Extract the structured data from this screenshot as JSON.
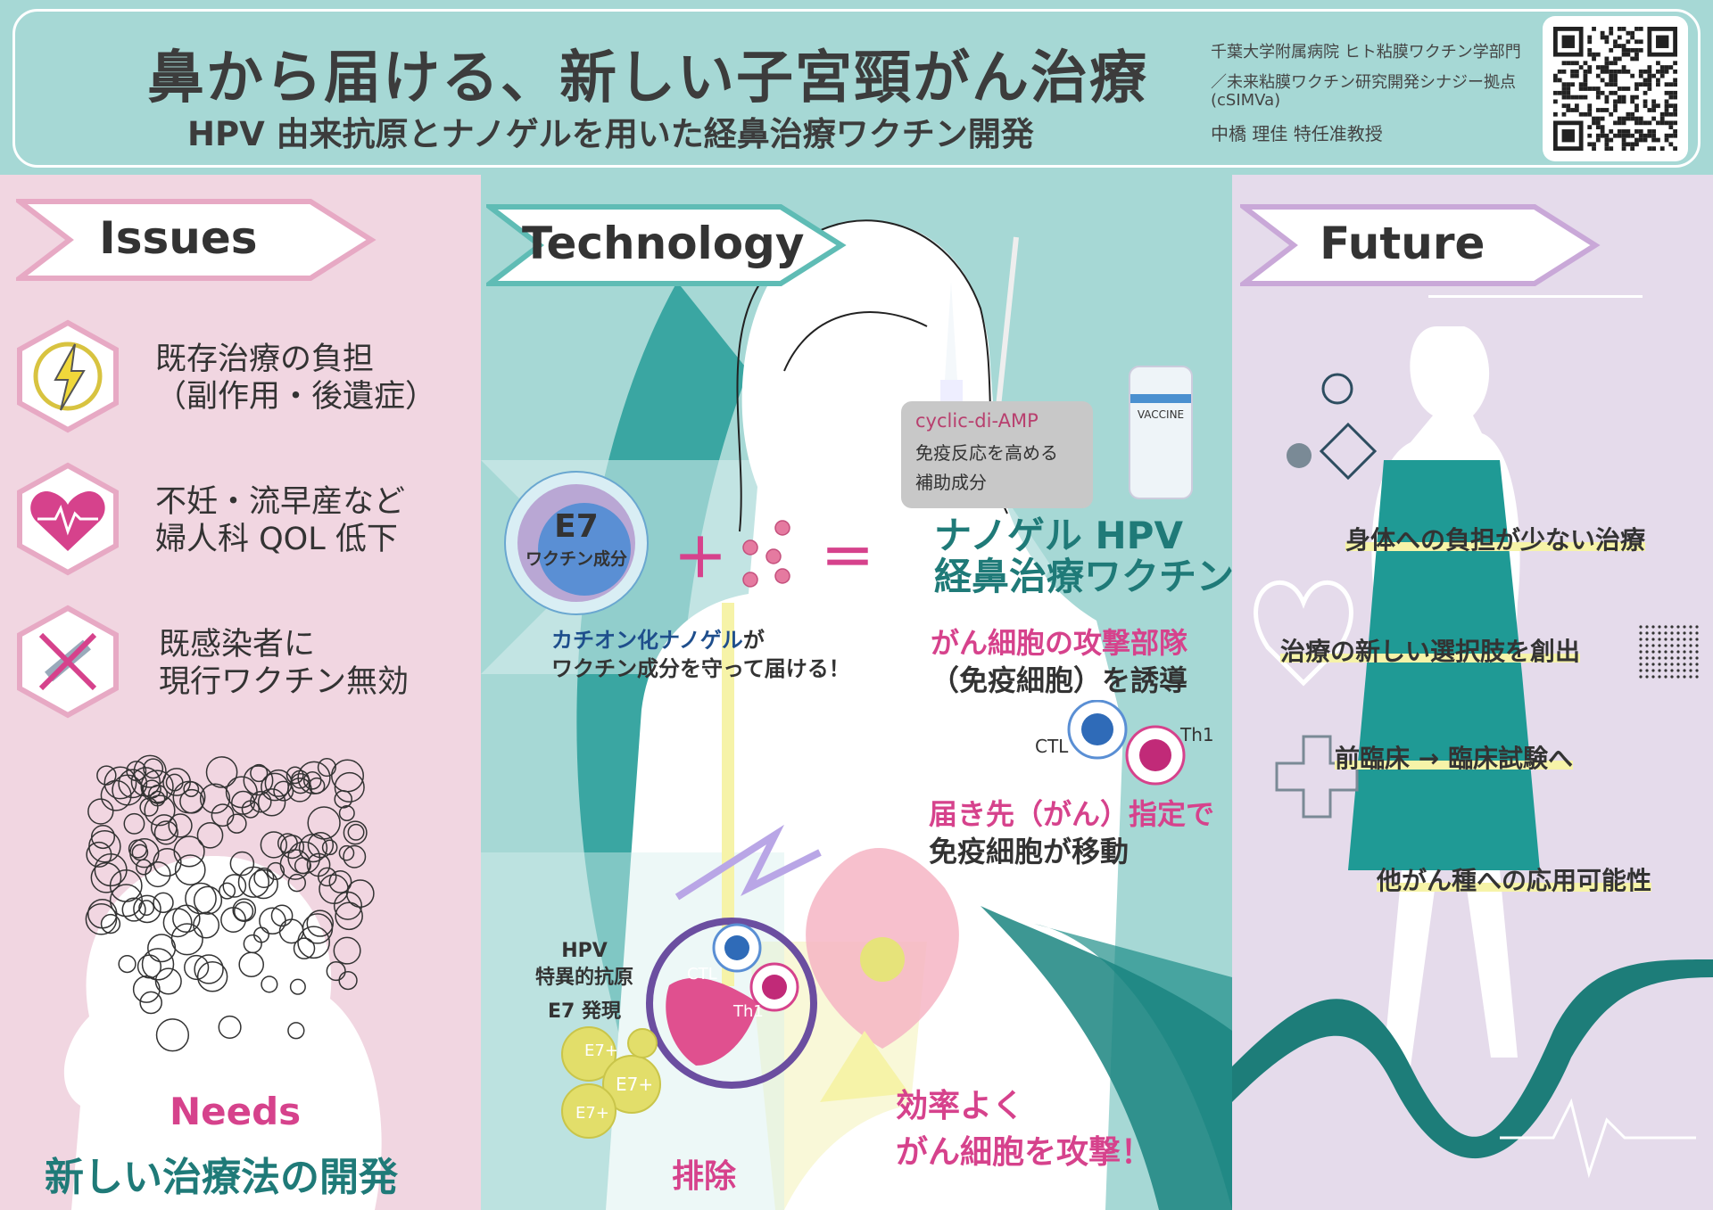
{
  "header": {
    "title": "鼻から届ける、新しい子宮頸がん治療",
    "subtitle": "HPV 由来抗原とナノゲルを用いた経鼻治療ワクチン開発",
    "affiliation_lines": [
      "千葉大学附属病院 ヒト粘膜ワクチン学部門",
      "／未来粘膜ワクチン研究開発シナジー拠点",
      "(cSIMVa)",
      "中橋 理佳 特任准教授"
    ],
    "qr_icon": "qr-code-icon"
  },
  "colors": {
    "header": "#a6d8d5",
    "issues_bg": "#f1d6e1",
    "technology_bg": "#a6d8d5",
    "future_bg": "#e5dbeb",
    "accent_pink": "#d6428c",
    "accent_teal": "#1f7a78",
    "accent_navy": "#1e4e8c"
  },
  "issues": {
    "heading": "Issues",
    "items": [
      {
        "icon": "lightning-icon",
        "lines": [
          "既存治療の負担",
          "（副作用・後遺症）"
        ]
      },
      {
        "icon": "heart-pulse-icon",
        "lines": [
          "不妊・流早産など",
          "婦人科 QOL 低下"
        ]
      },
      {
        "icon": "no-vaccine-icon",
        "lines": [
          "既感染者に",
          "現行ワクチン無効"
        ]
      }
    ],
    "needs_label": "Needs",
    "needs_text": "新しい治療法の開発"
  },
  "technology": {
    "heading": "Technology",
    "e7_label": "E7",
    "e7_sub": "ワクチン成分",
    "plus": "＋",
    "equals": "＝",
    "adjuvant_name": "cyclic-di-AMP",
    "adjuvant_desc": [
      "免疫反応を高める",
      "補助成分"
    ],
    "product": [
      "ナノゲル HPV",
      "経鼻治療ワクチン"
    ],
    "nanogel_highlight": "カチオン化ナノゲル",
    "nanogel_rest": "が",
    "nanogel_line2": "ワクチン成分を守って届ける！",
    "induce_line1": "がん細胞の攻撃部隊",
    "induce_line2": "（免疫細胞）を誘導",
    "ctl": "CTL",
    "th1": "Th1",
    "target_line1": "届き先（がん）指定で",
    "target_line2": "免疫細胞が移動",
    "antigen": [
      "HPV",
      "特異的抗原",
      "E7 発現"
    ],
    "e7plus": "E7+",
    "eliminate": "排除",
    "attack_line1": "効率よく",
    "attack_line2": "がん細胞を攻撃！",
    "vaccine_label": "VACCINE"
  },
  "future": {
    "heading": "Future",
    "items": [
      "身体への負担が少ない治療",
      "治療の新しい選択肢を創出",
      "前臨床 → 臨床試験へ",
      "他がん種への応用可能性"
    ]
  }
}
